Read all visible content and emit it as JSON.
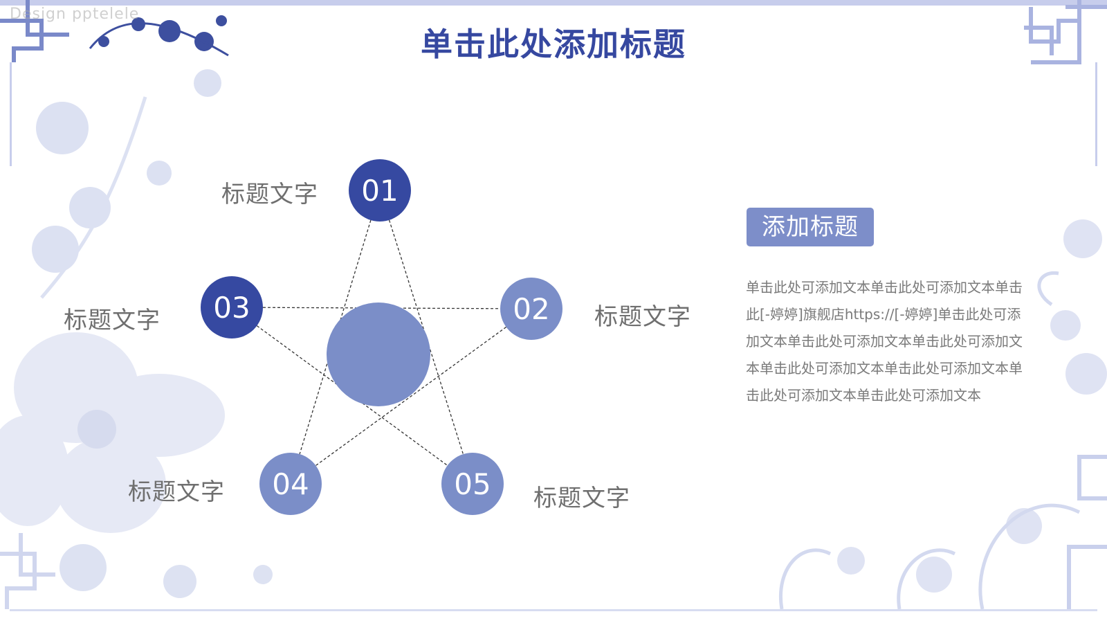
{
  "slide": {
    "watermark": "Design pptelele",
    "title": "单击此处添加标题"
  },
  "diagram": {
    "center_color": "#7b8ec8",
    "nodes": [
      {
        "number": "01",
        "label": "标题文字",
        "color": "#3649a1"
      },
      {
        "number": "02",
        "label": "标题文字",
        "color": "#7b8ec8"
      },
      {
        "number": "03",
        "label": "标题文字",
        "color": "#3649a1"
      },
      {
        "number": "04",
        "label": "标题文字",
        "color": "#7b8ec8"
      },
      {
        "number": "05",
        "label": "标题文字",
        "color": "#7b8ec8"
      }
    ]
  },
  "sidebar": {
    "badge": "添加标题",
    "badge_color": "#7d8ec9",
    "text": "单击此处可添加文本单击此处可添加文本单击此[-婷婷]旗舰店https://[-婷婷]单击此处可添加文本单击此处可添加文本单击此处可添加文本单击此处可添加文本单击此处可添加文本单击此处可添加文本单击此处可添加文本"
  },
  "colors": {
    "title": "#3648a0",
    "border": "#b8c0e6",
    "flower_light": "#d5dbef",
    "flower_dark": "#3d4f9f"
  }
}
